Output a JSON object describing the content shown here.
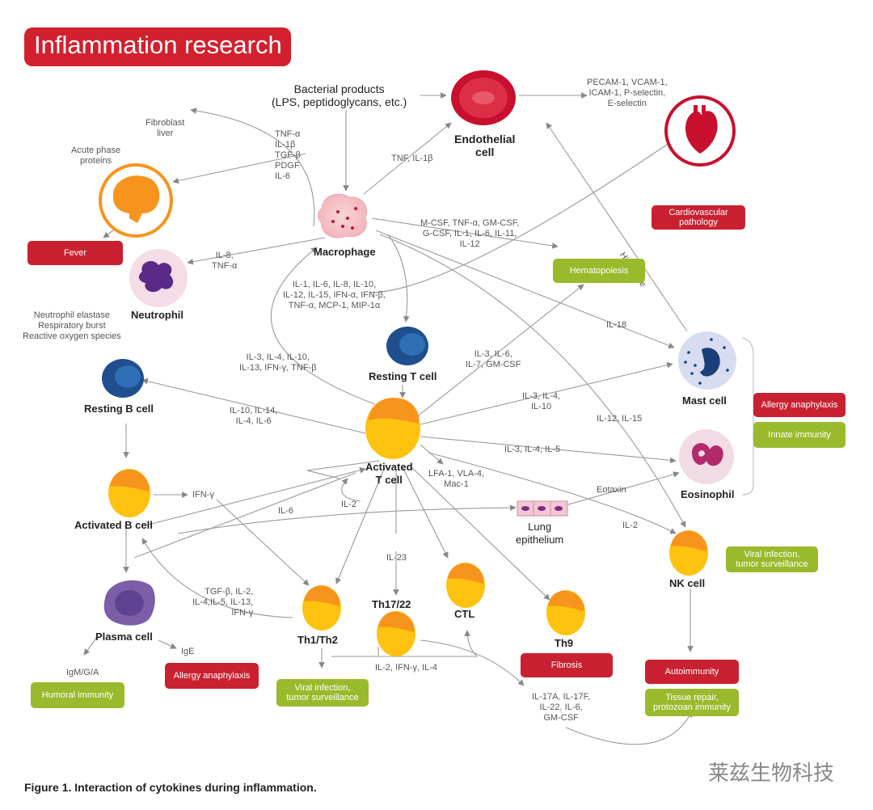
{
  "title": "Inflammation research",
  "caption": "Figure 1. Interaction of cytokines during inflammation.",
  "watermark": "莱兹生物科技",
  "cells": {
    "endothelial": "Endothelial\ncell",
    "macrophage": "Macrophage",
    "neutrophil": "Neutrophil",
    "resting_t": "Resting T cell",
    "resting_b": "Resting B cell",
    "activated_t": "Activated\nT cell",
    "activated_b": "Activated B cell",
    "mast": "Mast cell",
    "eosinophil": "Eosinophil",
    "plasma": "Plasma cell",
    "th1th2": "Th1/Th2",
    "th1722": "Th17/22",
    "ctl": "CTL",
    "th9": "Th9",
    "nk": "NK cell",
    "lung": "Lung\nepithelium"
  },
  "labels": {
    "bacterial": "Bacterial products\n(LPS, peptidoglycans, etc.)",
    "adhesion": "PECAM-1, VCAM-1,\nICAM-1, P-selectin,\nE-selectin",
    "fibroblast": "Fibroblast\nliver",
    "acute_phase": "Acute phase\nproteins",
    "mac_cytokines": "TNF-α\nIL-1β\nTGF-β\nPDGF\nIL-6",
    "tnf_il1b": "TNF, IL-1β",
    "mcsf": "M-CSF, TNF-α, GM-CSF,\nG-CSF, IL-1, IL-6, IL-11,\nIL-12",
    "il8_tnf": "IL-8,\nTNF-α",
    "neutro_effects": "Neutrophil elastase\nRespiratory burst\nReactive oxygen species",
    "il_list": "IL-1, IL-6, IL-8, IL-10,\nIL-12, IL-15, IFN-α, IFN-β,\nTNF-α, MCP-1, MIP-1α",
    "histamine": "Histamine",
    "il18": "IL-18",
    "il3_il6": "IL-3, IL-6,\nIL-7, GM-CSF",
    "il3_il4_il10_t": "IL-3, IL-4, IL-10,\nIL-13, IFN-γ, TNF-β",
    "il3_il4_il10_m": "IL-3, IL-4,\nIL-10",
    "il12_il15": "IL-12, IL-15",
    "il10_il14": "IL-10, IL-14,\nIL-4, IL-6",
    "il3_il4_il5": "IL-3, IL-4, IL-5",
    "lfa": "LFA-1, VLA-4,\nMac-1",
    "eotaxin": "Eotaxin",
    "ifn_g": "IFN-γ",
    "il6": "IL-6",
    "il2_loop": "IL-2",
    "il2_nk": "IL-2",
    "il23": "IL-23",
    "tgf_list": "TGF-β, IL-2,\nIL-4,IL-5, IL-13,\nIFN-γ",
    "ige": "IgE",
    "igmga": "IgM/G/A",
    "il2_ifn_il4": "IL-2, IFN-γ, IL-4",
    "il17": "IL-17A, IL-17F,\nIL-22, IL-6,\nGM-CSF"
  },
  "badges": {
    "fever": "Fever",
    "cardio": "Cardiovascular\npathology",
    "hemato": "Hematopoiesis",
    "allergy1": "Allergy anaphylaxis",
    "innate": "Innate immunity",
    "viral_nk": "Viral infection,\ntumor surveillance",
    "humoral": "Humoral immunity",
    "allergy2": "Allergy anaphylaxis",
    "viral_th": "Viral infection,\ntumor surveillance",
    "fibrosis": "Fibrosis",
    "autoimmunity": "Autoimmunity",
    "tissue": "Tissue repair,\nprotozoan immunity"
  },
  "colors": {
    "brand_red": "#d2202f",
    "badge_red": "#c92131",
    "badge_green": "#9aba2d",
    "orange_cell": "#f7941d",
    "yellow_cell": "#ffc20e",
    "blue_cell": "#1f5a9e",
    "purple_cell": "#7b5ea7"
  }
}
